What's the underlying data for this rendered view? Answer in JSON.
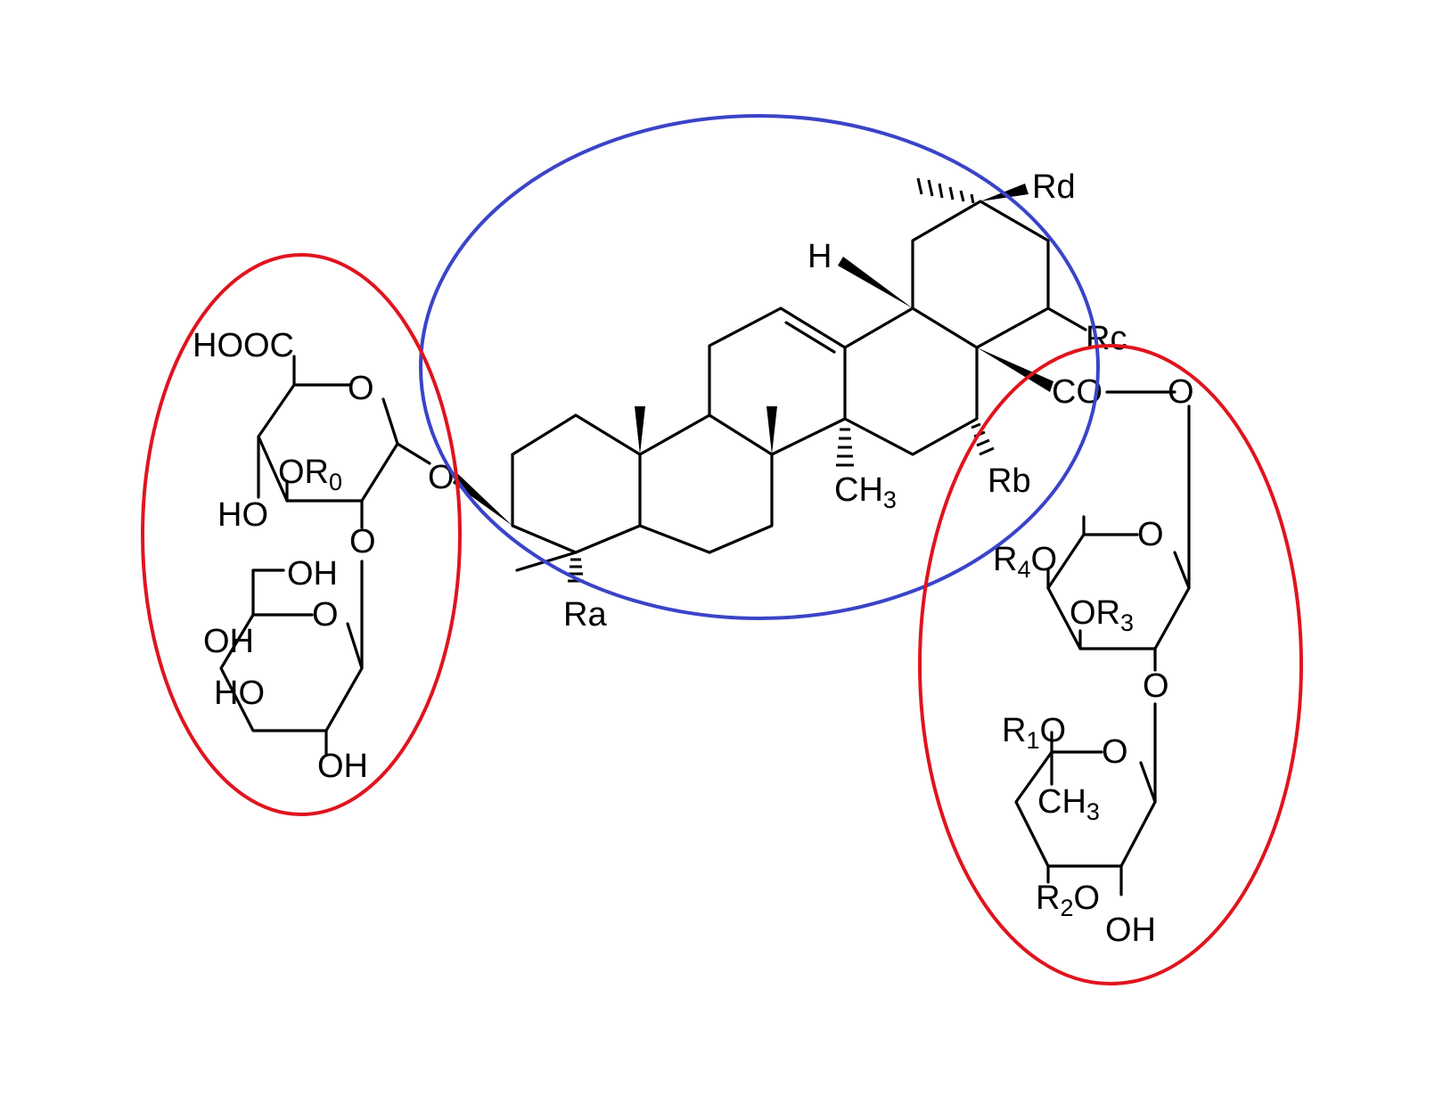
{
  "colors": {
    "aglycone_outline": "#3a44c8",
    "sugar_outline": "#e0141e",
    "bond": "#000000",
    "background": "#ffffff"
  },
  "labels": {
    "rd": "Rd",
    "h": "H",
    "rc": "Rc",
    "co": "CO",
    "rb": "Rb",
    "ra": "Ra",
    "ch3": "CH",
    "ch3_sub": "3",
    "ester_o": "O",
    "glyco_o": "O",
    "left": {
      "hooc": "HOOC",
      "ring_o": "O",
      "or0": "OR",
      "or0_sub": "0",
      "ho": "HO",
      "link_o": "O",
      "oh_top": "OH",
      "ring2_o": "O",
      "oh_mid": "OH",
      "ho_low": "HO",
      "oh_bot": "OH"
    },
    "right": {
      "ring_o": "O",
      "r4o_r": "R",
      "r4o_sub": "4",
      "r4o_o": "O",
      "or3": "OR",
      "or3_sub": "3",
      "link_o": "O",
      "r1o_r": "R",
      "r1o_sub": "1",
      "r1o_o": "O",
      "ring2_o": "O",
      "ch3": "CH",
      "ch3_sub": "3",
      "r2o_r": "R",
      "r2o_sub": "2",
      "r2o_o": "O",
      "oh": "OH"
    }
  }
}
